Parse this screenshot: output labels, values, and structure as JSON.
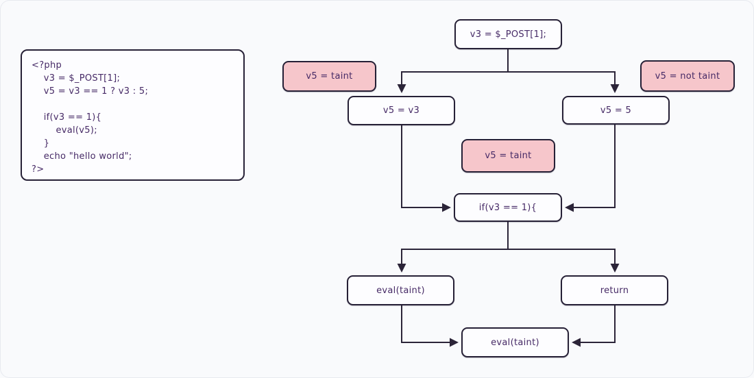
{
  "code_block": {
    "lines": [
      "<?php",
      "    v3 = $_POST[1];",
      "    v5 = v3 == 1 ? v3 : 5;",
      "",
      "    if(v3 == 1){",
      "        eval(v5);",
      "    }",
      "    echo \"hello world\";",
      "?>"
    ]
  },
  "flowchart": {
    "nodes": {
      "entry": "v3 = $_POST[1];",
      "assign_v3": "v5 = v3",
      "assign_5": "v5 = 5",
      "if_check": "if(v3 == 1){",
      "eval_left": "eval(taint)",
      "return_right": "return",
      "eval_merge": "eval(taint)"
    },
    "annotations": {
      "left": "v5 = taint",
      "right": "v5 = not taint",
      "middle": "v5 = taint"
    }
  },
  "colors": {
    "background": "#f9fafc",
    "node_fill": "#fdfdff",
    "node_border": "#262036",
    "text": "#462a66",
    "taint_fill": "#f6c6cb",
    "arrow": "#2b2438"
  }
}
